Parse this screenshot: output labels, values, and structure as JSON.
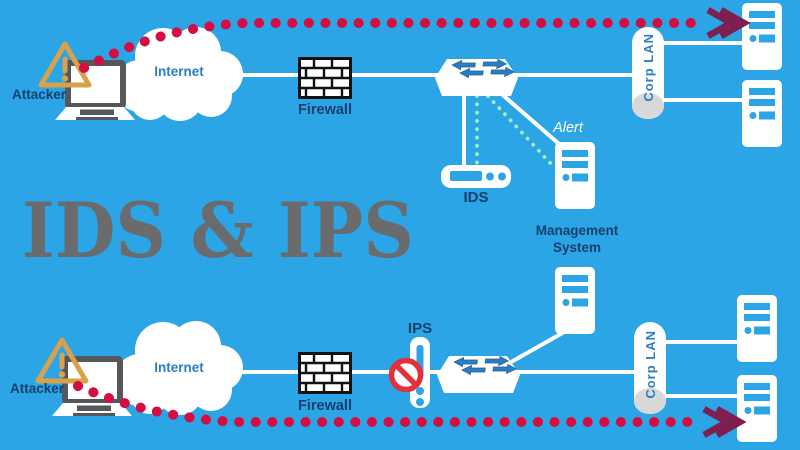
{
  "title": "IDS & IPS",
  "top_diagram": {
    "attacker": "Attacker",
    "internet": "Internet",
    "firewall": "Firewall",
    "ids": "IDS",
    "alert": "Alert",
    "management_line1": "Management",
    "management_line2": "System",
    "corp_lan": "Corp LAN"
  },
  "bottom_diagram": {
    "attacker": "Attacker",
    "internet": "Internet",
    "firewall": "Firewall",
    "ips": "IPS",
    "corp_lan": "Corp LAN"
  },
  "icons": {
    "attacker": "laptop-icon with warning-triangle-icon",
    "internet": "cloud-icon",
    "firewall": "brick-wall-icon",
    "switch": "network-switch-icon",
    "ids_appliance": "horizontal-sensor-appliance-icon",
    "ips_appliance": "vertical-inline-appliance-icon",
    "blocked": "prohibition-icon",
    "servers": "tower-server-icon",
    "corp_lan": "cylinder-segment-icon",
    "attack_path": "red-dotted-line with double-chevron-arrow",
    "mirrored_traffic": "green-dotted-line"
  },
  "colors": {
    "background": "#2ba5e5",
    "label_navy": "#17406f",
    "device_blue_text": "#2a7fc4",
    "attack_red": "#d40e43",
    "arrow_maroon": "#7e1f4f",
    "alert_green_dots": "#a2ecc0",
    "warning_orange": "#d8a14b",
    "laptop_gray": "#56575a",
    "title_gray": "#6a6b6d",
    "prohibition_red": "#e1313d",
    "white": "#ffffff"
  }
}
